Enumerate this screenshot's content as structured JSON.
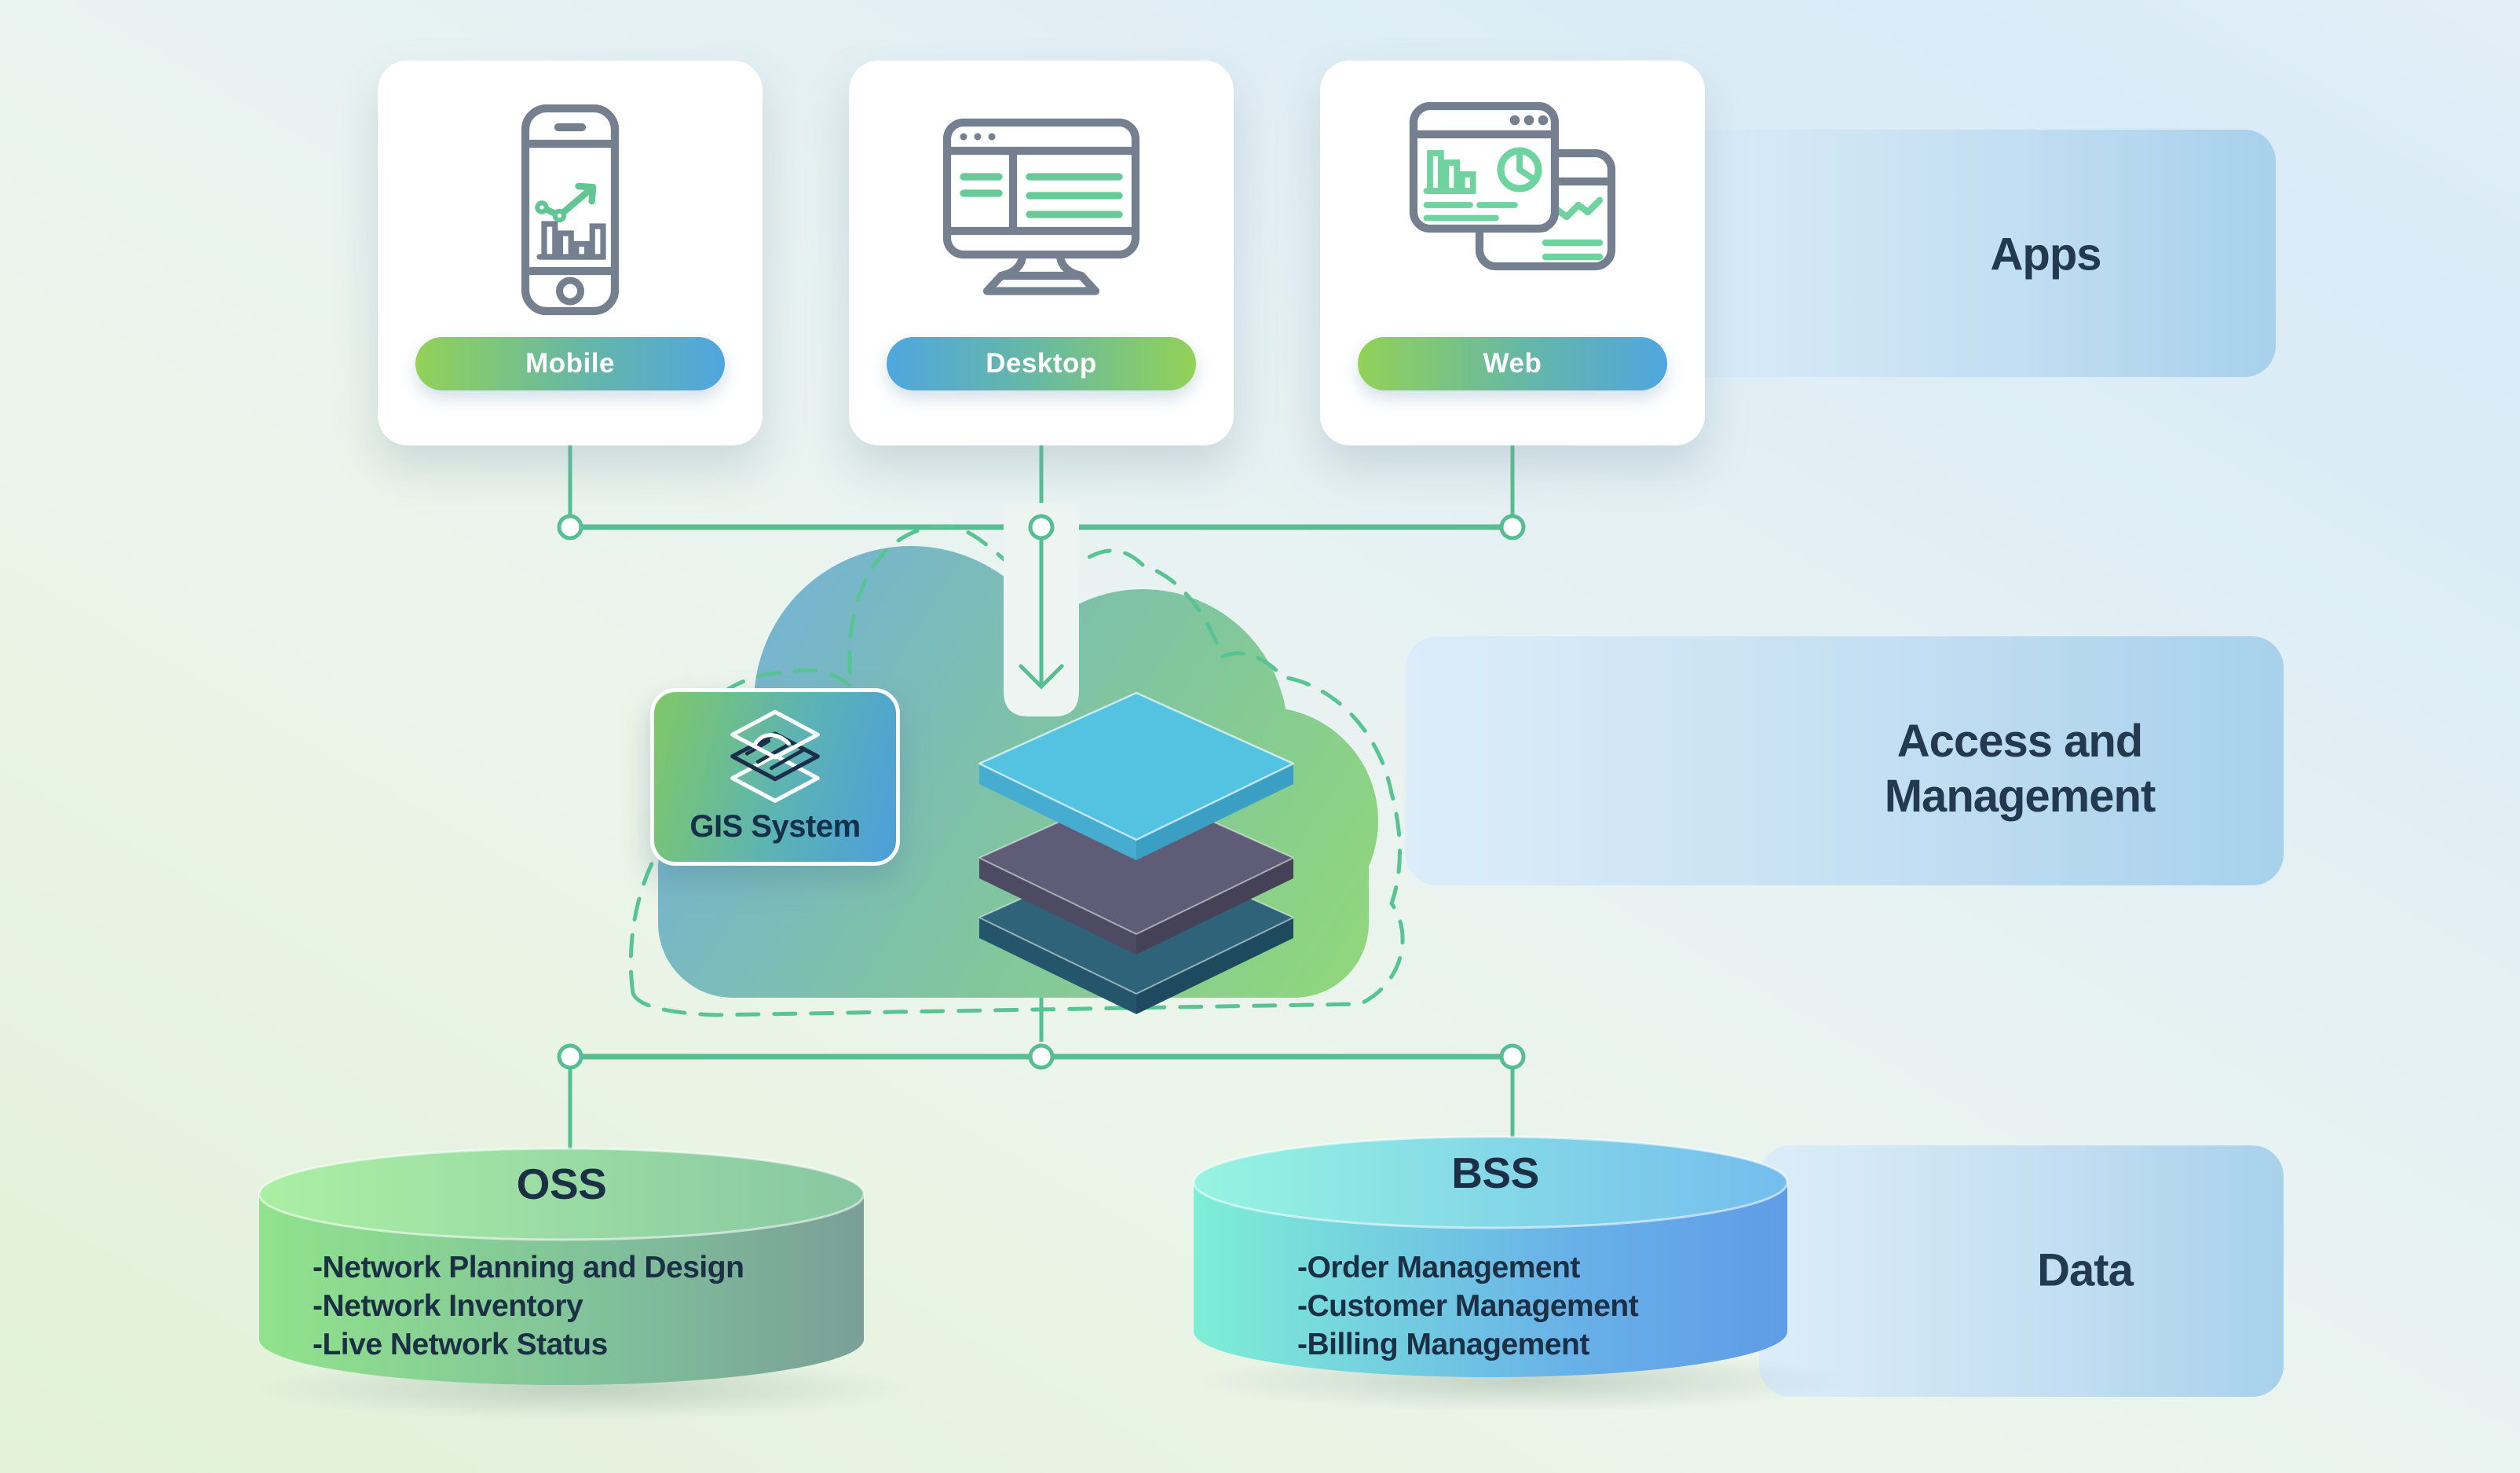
{
  "bands": {
    "apps_label": "Apps",
    "access_line1": "Access and",
    "access_line2": "Management",
    "data_label": "Data"
  },
  "cards": [
    {
      "label": "Mobile"
    },
    {
      "label": "Desktop"
    },
    {
      "label": "Web"
    }
  ],
  "cloud": {
    "gis_label": "GIS System"
  },
  "cylinders": [
    {
      "title": "OSS",
      "items": [
        "-Network Planning and Design",
        "-Network Inventory",
        "-Live Network Status"
      ]
    },
    {
      "title": "BSS",
      "items": [
        "-Order Management",
        "-Customer Management",
        "-Billing Management"
      ]
    }
  ],
  "colors": {
    "connector_green": "#57bd92",
    "band_fill_start": "#dcedf9",
    "band_fill_end": "#a7d1ec",
    "band_text": "#223950",
    "icon_gray": "#74808f",
    "icon_green": "#61c693",
    "button_text": "#ffffff"
  }
}
